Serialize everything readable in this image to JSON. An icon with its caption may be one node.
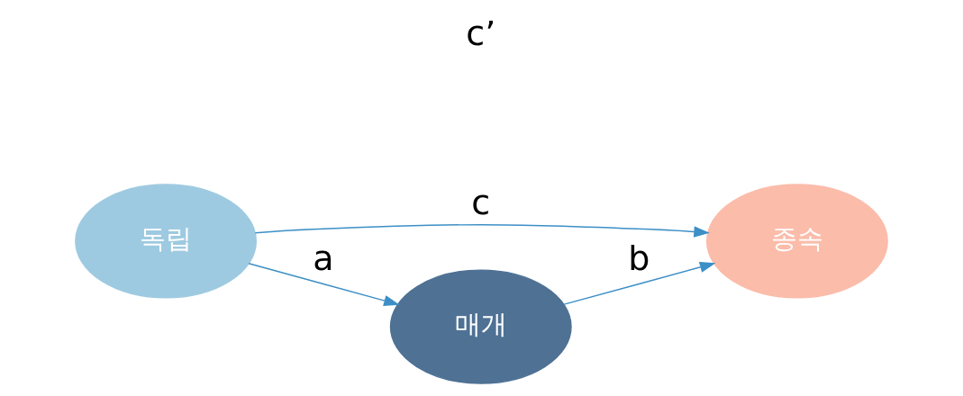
{
  "diagram": {
    "nodes": [
      {
        "text": [
          "독립"
        ]
      },
      {
        "text": [
          "종속"
        ]
      },
      {
        "text": [
          "매개"
        ]
      }
    ],
    "edges": [
      {
        "from": 0,
        "to": 1,
        "arrow": "to",
        "label": "c"
      },
      {
        "from": 0,
        "to": 2,
        "arrow": "to",
        "label": "a"
      },
      {
        "from": 2,
        "to": 1,
        "arrow": "to",
        "label": "b"
      }
    ],
    "labels": [
      "c’"
    ]
  }
}
